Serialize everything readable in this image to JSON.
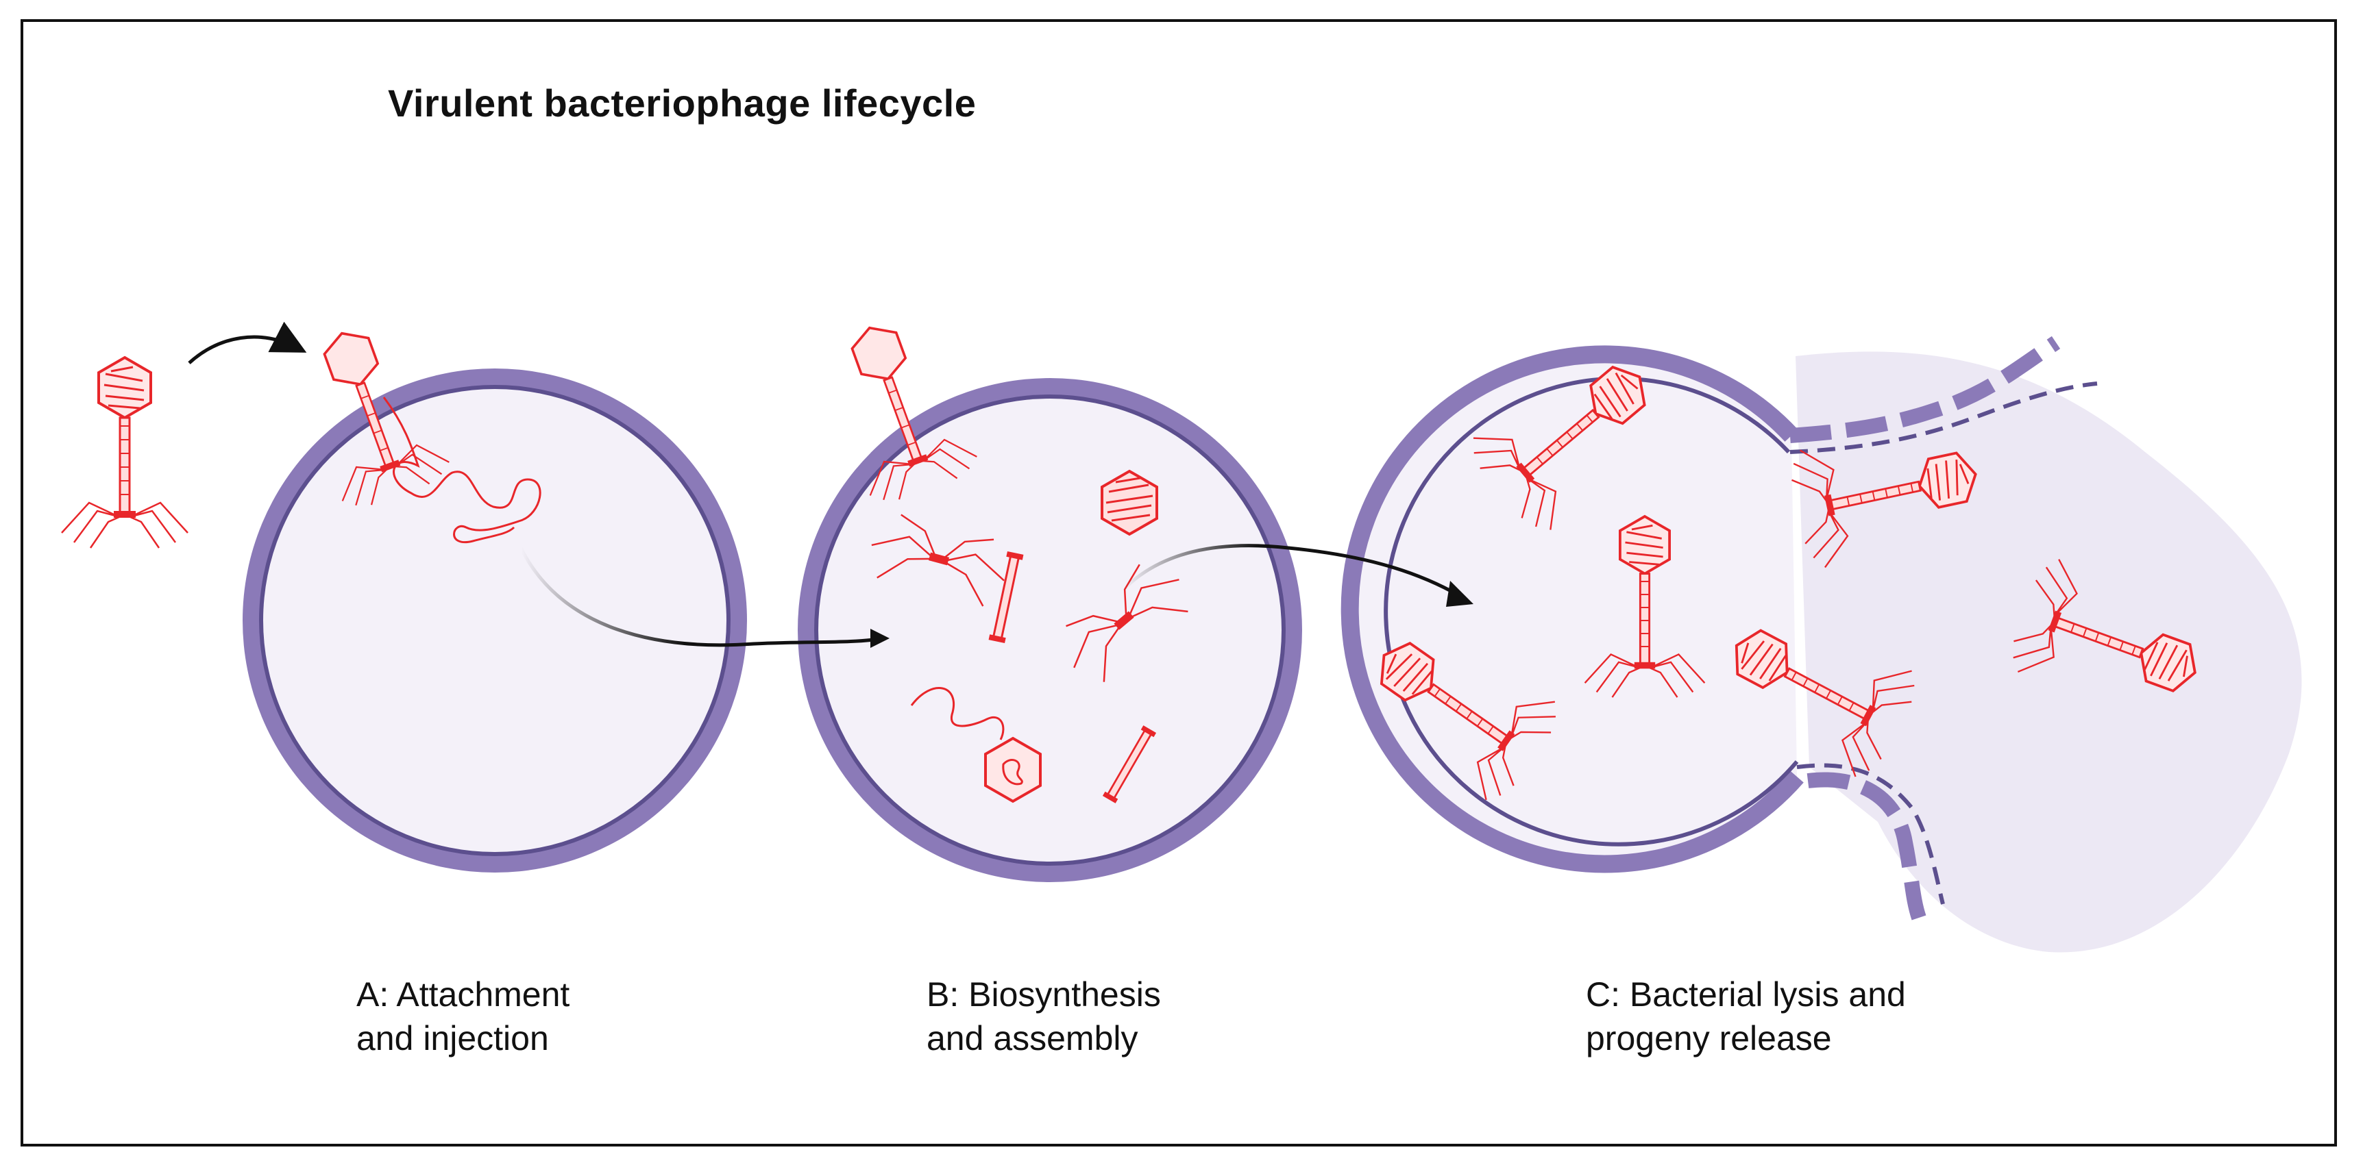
{
  "title": "Virulent bacteriophage lifecycle",
  "stages": [
    {
      "id": "A",
      "line1": "A: Attachment",
      "line2": "and injection"
    },
    {
      "id": "B",
      "line1": "B: Biosynthesis",
      "line2": "and assembly"
    },
    {
      "id": "C",
      "line1": "C: Bacterial lysis and",
      "line2": "progeny release"
    }
  ],
  "colors": {
    "phage": "#e8262a",
    "membrane": "#8b7ab8",
    "membrane_inner": "#5c4f8e",
    "cytoplasm": "#f4f1f9",
    "arrow": "#111111",
    "frame": "#111111"
  }
}
